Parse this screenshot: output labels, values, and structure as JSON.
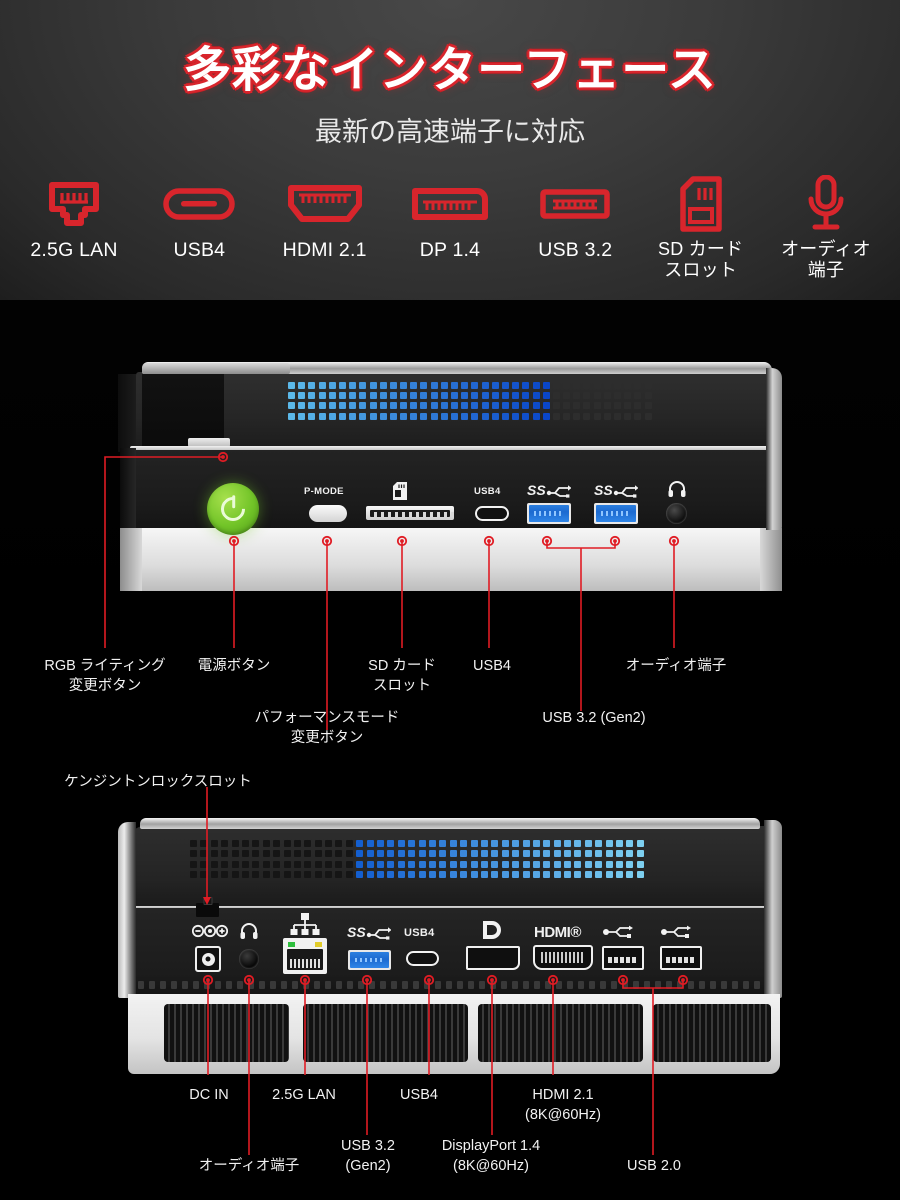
{
  "header": {
    "title": "多彩なインターフェース",
    "subtitle": "最新の高速端子に対応",
    "title_color": "#d8252c",
    "title_text_color": "#ffffff",
    "subtitle_color": "#e9e9e9"
  },
  "icon_strip": {
    "accent_color": "#d8252c",
    "items": [
      {
        "icon": "ethernet-rj45-icon",
        "label": "2.5G LAN"
      },
      {
        "icon": "usb-c-icon",
        "label": "USB4"
      },
      {
        "icon": "hdmi-icon",
        "label": "HDMI 2.1"
      },
      {
        "icon": "displayport-icon",
        "label": "DP 1.4"
      },
      {
        "icon": "usb-a-icon",
        "label": "USB 3.2"
      },
      {
        "icon": "sd-card-icon",
        "label": "SD カード\nスロット"
      },
      {
        "icon": "microphone-icon",
        "label": "オーディオ\n端子"
      }
    ]
  },
  "front_view": {
    "port_labels": {
      "pmode": "P-MODE",
      "sd": "sd-card-slot-icon",
      "usb4": "USB4",
      "ss_usb_1": "SS⚡",
      "ss_usb_2": "SS⚡",
      "audio": "headphone-icon"
    },
    "callouts": [
      {
        "name": "rgb-lighting-button",
        "label": "RGB ライティング\n変更ボタン"
      },
      {
        "name": "power-button",
        "label": "電源ボタン"
      },
      {
        "name": "performance-mode-button",
        "label": "パフォーマンスモード\n変更ボタン"
      },
      {
        "name": "sd-card-slot",
        "label": "SD カード\nスロット"
      },
      {
        "name": "usb4-port",
        "label": "USB4"
      },
      {
        "name": "usb32-gen2-ports",
        "label": "USB 3.2 (Gen2)"
      },
      {
        "name": "audio-jack",
        "label": "オーディオ端子"
      }
    ]
  },
  "rear_view": {
    "port_labels": {
      "dc_in": "dc-in-icon",
      "audio": "headphone-icon",
      "lan": "network-icon",
      "ss_usb": "SS⚡",
      "usb4": "USB4",
      "dp": "DP",
      "hdmi": "HDMI®",
      "usb2_1": "usb-icon",
      "usb2_2": "usb-icon"
    },
    "callouts": [
      {
        "name": "kensington-lock-slot",
        "label": "ケンジントンロックスロット"
      },
      {
        "name": "dc-in",
        "label": "DC IN"
      },
      {
        "name": "audio-jack",
        "label": "オーディオ端子"
      },
      {
        "name": "lan-2-5g",
        "label": "2.5G LAN"
      },
      {
        "name": "usb32-gen2",
        "label": "USB 3.2\n(Gen2)"
      },
      {
        "name": "usb4-port",
        "label": "USB4"
      },
      {
        "name": "displayport-14",
        "label": "DisplayPort 1.4\n(8K@60Hz)"
      },
      {
        "name": "hdmi-21",
        "label": "HDMI 2.1\n(8K@60Hz)"
      },
      {
        "name": "usb20-ports",
        "label": "USB 2.0"
      }
    ]
  }
}
